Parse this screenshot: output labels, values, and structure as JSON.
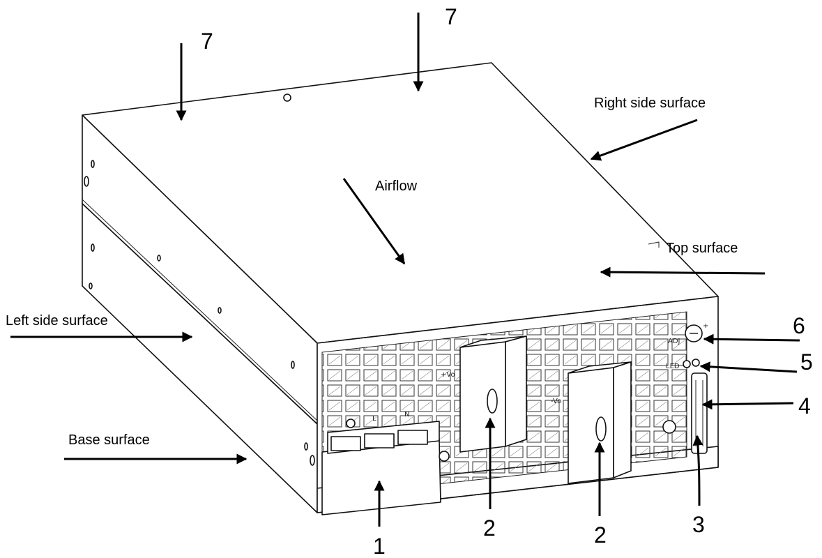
{
  "labels": {
    "right_side": "Right side surface",
    "airflow": "Airflow",
    "top_surface": "Top surface",
    "left_side": "Left side surface",
    "base_surface": "Base surface"
  },
  "callouts": {
    "n1": "1",
    "n2a": "2",
    "n2b": "2",
    "n3": "3",
    "n4": "4",
    "n5": "5",
    "n6": "6",
    "n7a": "7",
    "n7b": "7"
  },
  "panel": {
    "vo_plus": "+Vo",
    "vo_minus": "-Vo",
    "adj": "ADJ",
    "led": "LED",
    "line": "L",
    "neutral": "N",
    "plus_sign": "+"
  }
}
